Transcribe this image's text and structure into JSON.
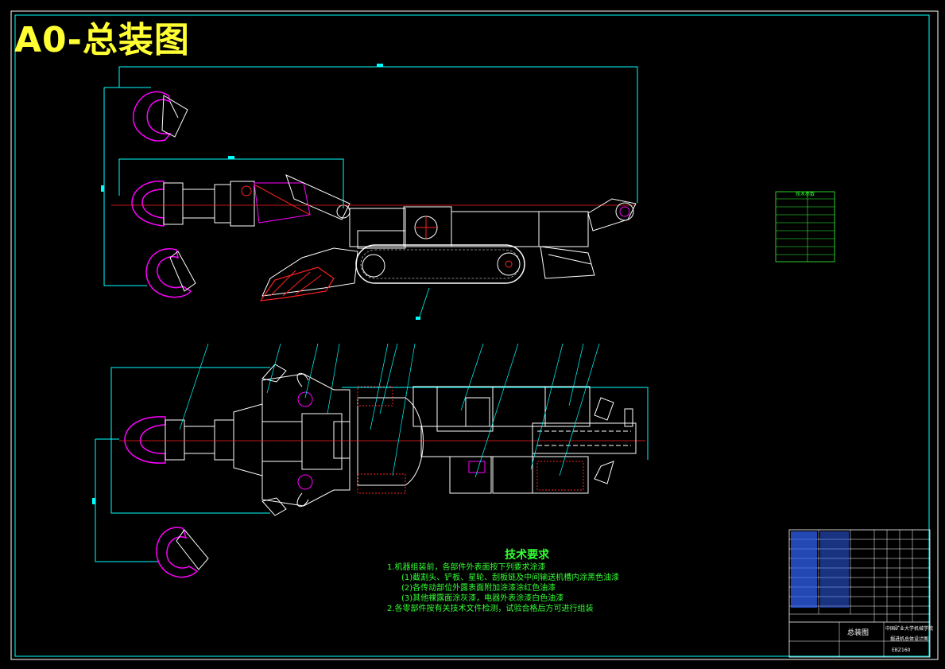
{
  "drawing": {
    "sheet_title": "A0-总装图",
    "drawing_name": "总装图",
    "institution": "中国矿业大学机械学院",
    "institution_line2": "掘进机总体设计图",
    "drawing_code": "EBZ160"
  },
  "tech_requirements": {
    "title": "技术要求",
    "lines": [
      "1.机器组装前，各部件外表面按下列要求涂漆",
      "(1)截割头、铲板、星轮、刮板链及中间输送机槽内涂黑色油漆",
      "(2)各传动部位外露表面附加涂漆涂红色油漆",
      "(3)其他裸露面涂灰漆，电器外表涂漆白色油漆",
      "2.各零部件按有关技术文件检测，试验合格后方可进行组装"
    ]
  },
  "params_table": {
    "title": "技术参数",
    "rows": 8
  },
  "colors": {
    "cyan": "#00ffff",
    "white": "#ffffff",
    "magenta": "#ff00ff",
    "red": "#ff2020",
    "green": "#33ff33",
    "blue": "#3366ff",
    "yellow": "#ffff33"
  }
}
